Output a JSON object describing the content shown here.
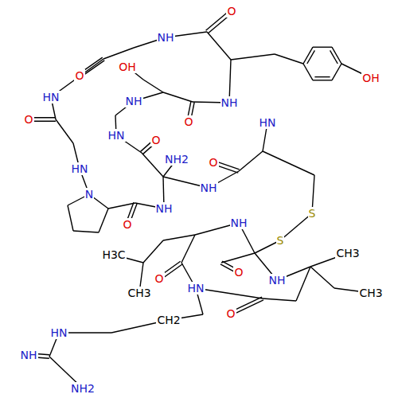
{
  "diagram": {
    "labels": [
      "O",
      "NH",
      "OH",
      "O",
      "OH",
      "HN",
      "NH",
      "NH",
      "O",
      "O",
      "HN",
      "HN",
      "O",
      "NH2",
      "HN",
      "N",
      "NH",
      "O",
      "O",
      "NH",
      "S",
      "S",
      "NH",
      "CH3",
      "H3C",
      "O",
      "NH",
      "HN",
      "O",
      "CH3",
      "CH3",
      "O",
      "CH2",
      "HN",
      "NH",
      "NH2"
    ]
  }
}
